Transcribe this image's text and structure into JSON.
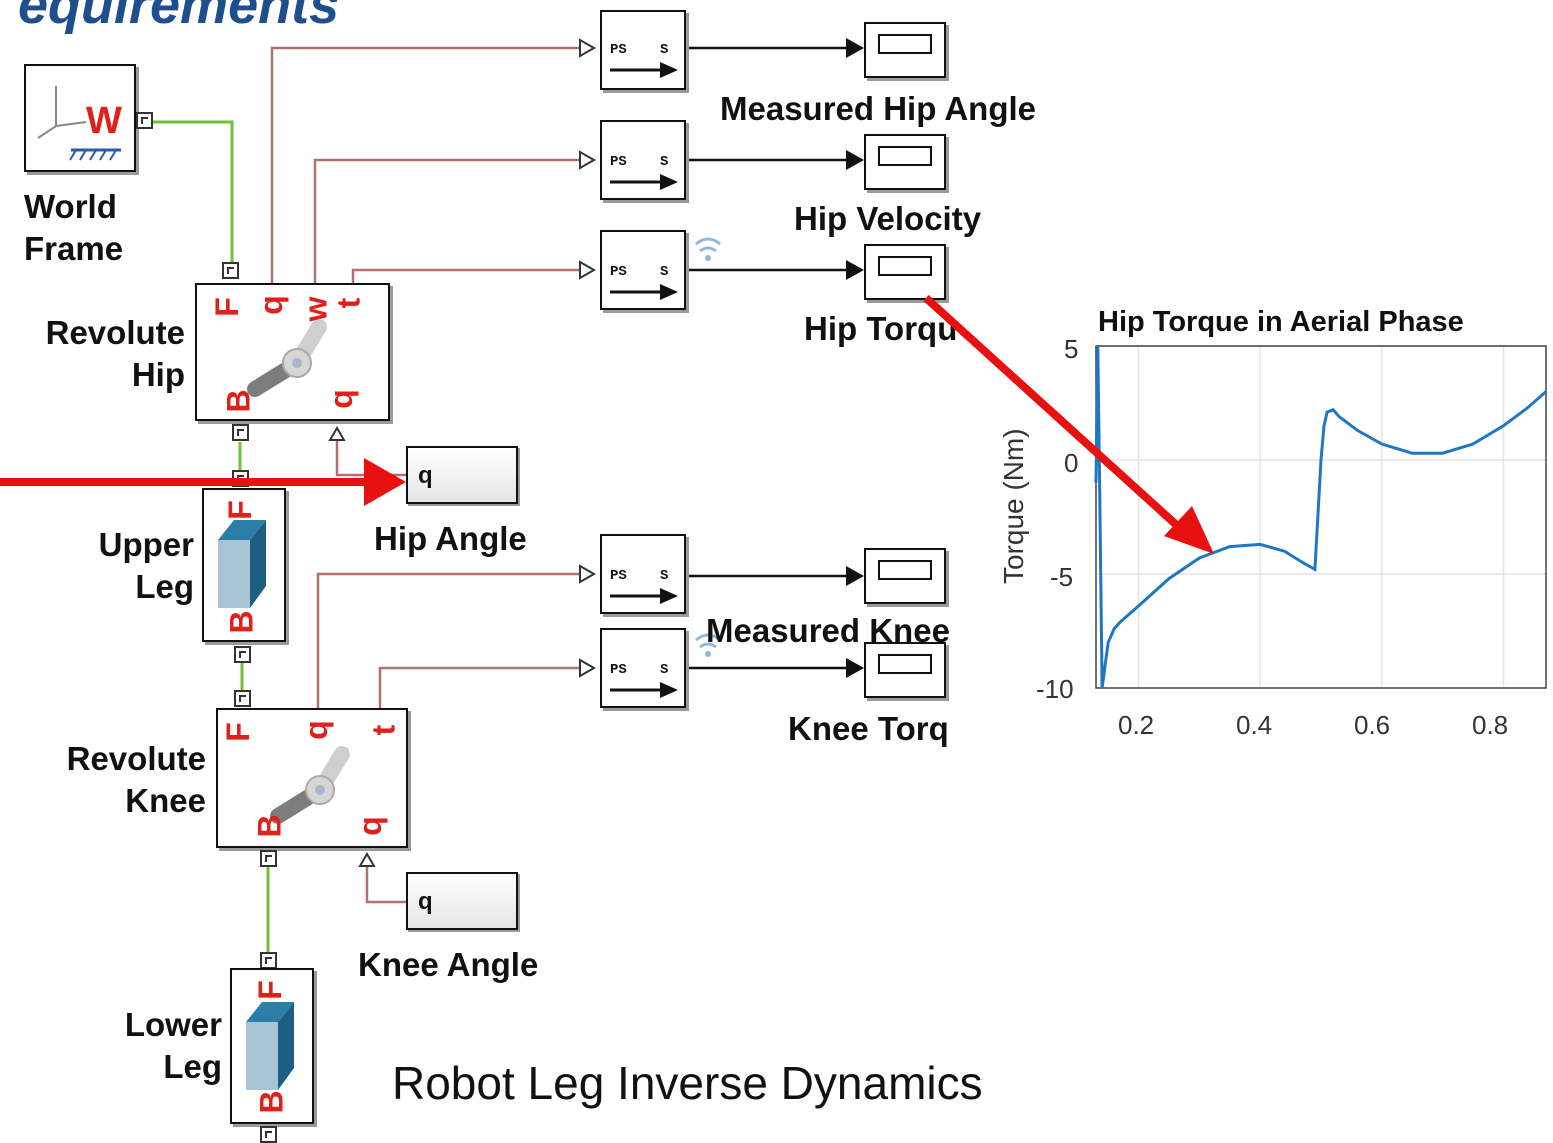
{
  "header_fragment": "equirements",
  "blocks": {
    "world_frame": {
      "label_line1": "World",
      "label_line2": "Frame",
      "glyph": "W"
    },
    "revolute_hip": {
      "label_line1": "Revolute",
      "label_line2": "Hip",
      "ports": [
        "F",
        "q",
        "w",
        "t",
        "B",
        "q"
      ]
    },
    "upper_leg": {
      "label_line1": "Upper",
      "label_line2": "Leg",
      "ports": [
        "F",
        "B"
      ]
    },
    "revolute_knee": {
      "label_line1": "Revolute",
      "label_line2": "Knee",
      "ports": [
        "F",
        "q",
        "t",
        "B",
        "q"
      ]
    },
    "lower_leg": {
      "label_line1": "Lower",
      "label_line2": "Leg",
      "ports": [
        "F",
        "B"
      ]
    },
    "hip_angle": {
      "label": "Hip Angle",
      "port": "q"
    },
    "knee_angle": {
      "label": "Knee Angle",
      "port": "q"
    },
    "converter": {
      "in_label": "PS",
      "out_label": "S"
    },
    "displays": [
      "Measured Hip Angle",
      "Hip Velocity",
      "Hip Torqu",
      "Measured Knee",
      "Knee Torq"
    ]
  },
  "model_title": "Robot Leg Inverse Dynamics",
  "colors": {
    "connection_mechanical": "#6fbf3c",
    "connection_signal": "#b07070",
    "port_letters": "#e0201a",
    "arrow": "#e81010",
    "header": "#1f4e8c",
    "plot_line": "#1f77c4"
  },
  "chart_data": {
    "type": "line",
    "title": "Hip Torque in Aerial Phase",
    "xlabel": "",
    "ylabel": "Torque (Nm)",
    "xlim": [
      0.13,
      0.87
    ],
    "ylim": [
      -10,
      5
    ],
    "xticks": [
      "0.2",
      "0.4",
      "0.6",
      "0.8"
    ],
    "yticks": [
      "5",
      "0",
      "-5",
      "-10"
    ],
    "grid": true,
    "series": [
      {
        "x": [
          0.13,
          0.133,
          0.136,
          0.14,
          0.145,
          0.15,
          0.16,
          0.17,
          0.2,
          0.25,
          0.3,
          0.35,
          0.4,
          0.44,
          0.47,
          0.49,
          0.5,
          0.505,
          0.51,
          0.52,
          0.53,
          0.56,
          0.6,
          0.65,
          0.7,
          0.75,
          0.8,
          0.84,
          0.87
        ],
        "y": [
          -1.0,
          5.0,
          -1.0,
          -10.0,
          -9.0,
          -8.0,
          -7.4,
          -7.1,
          -6.4,
          -5.2,
          -4.3,
          -3.8,
          -3.7,
          -4.0,
          -4.5,
          -4.8,
          0.0,
          1.5,
          2.1,
          2.2,
          1.9,
          1.3,
          0.7,
          0.3,
          0.3,
          0.7,
          1.5,
          2.3,
          3.0
        ]
      }
    ]
  }
}
